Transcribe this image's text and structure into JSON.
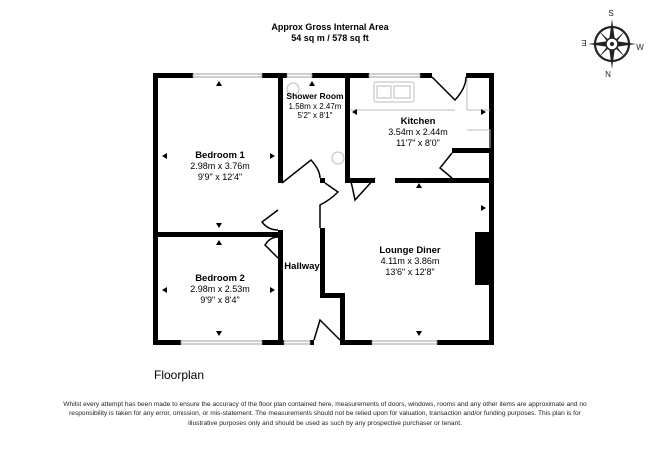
{
  "header": {
    "area_title": "Approx Gross Internal Area",
    "area_value": "54 sq m / 578 sq ft"
  },
  "compass": {
    "icon": "compass-rose-icon",
    "labels": {
      "top": "S",
      "left": "E",
      "right": "W",
      "bottom": "N"
    }
  },
  "rooms": [
    {
      "name": "Bedroom 1",
      "metric": "2.98m x 3.76m",
      "imperial": "9'9\" x 12'4\""
    },
    {
      "name": "Shower Room",
      "metric": "1.58m x 2.47m",
      "imperial": "5'2\" x 8'1\""
    },
    {
      "name": "Kitchen",
      "metric": "3.54m x 2.44m",
      "imperial": "11'7\" x 8'0\""
    },
    {
      "name": "Bedroom 2",
      "metric": "2.98m x 2.53m",
      "imperial": "9'9\" x 8'4\""
    },
    {
      "name": "Hallway"
    },
    {
      "name": "Lounge Diner",
      "metric": "4.11m x 3.86m",
      "imperial": "13'6\" x 12'8\""
    }
  ],
  "footer": {
    "floorplan_label": "Floorplan",
    "disclaimer": "Whilst every attempt has been made to ensure the accuracy of the floor plan contained here, measurements of doors, windows, rooms and any other items are approximate and no responsibility is taken for any error, omission, or mis-statement. The measurements should not be relied upon for valuation, transaction and/or funding purposes. This plan is for illustrative purposes only and should be used as such by any prospective purchaser or tenant."
  },
  "colors": {
    "wall": "#000000",
    "window": "#ffffff",
    "fixture": "#bbbbbb"
  }
}
